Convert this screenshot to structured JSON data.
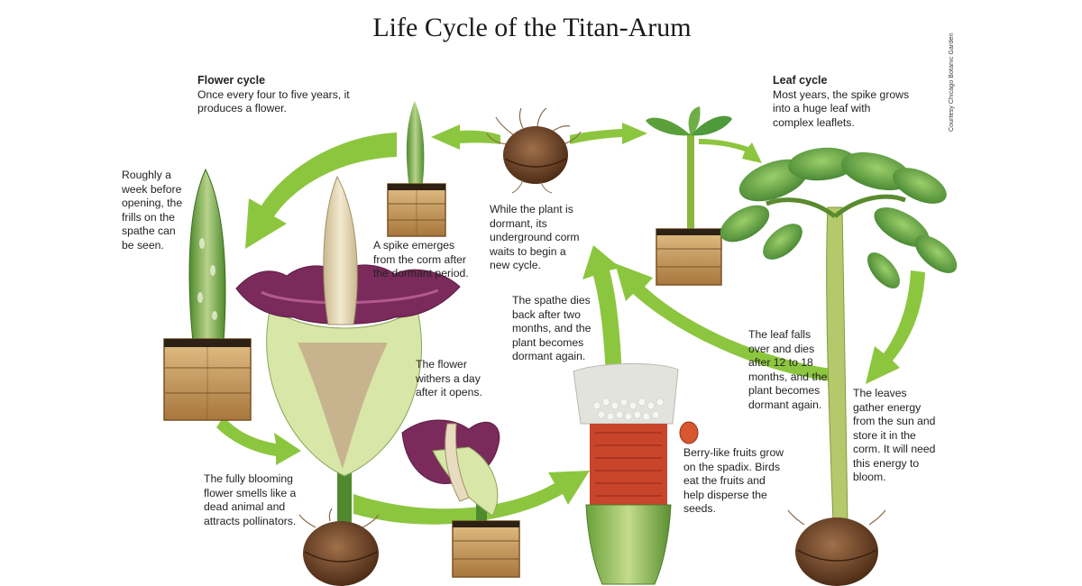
{
  "title": "Life Cycle of the Titan-Arum",
  "credit": "Courtesy Chicago Botanic Garden",
  "colors": {
    "arrow": "#8cc63f",
    "petal": "#7a2a5b",
    "spathe_inner": "#a5347a",
    "stem": "#c5d68a",
    "leaf": "#4f9a3a",
    "corm": "#7a4b2a",
    "box": "#c79a5a",
    "fruit": "#c8452b"
  },
  "icons": [
    "arrow-icon",
    "corm-icon",
    "planter-box-icon",
    "spike-icon",
    "bud-icon",
    "bloom-icon",
    "withered-flower-icon",
    "spadix-fruit-icon",
    "leaf-plant-icon",
    "berry-icon"
  ],
  "labels": {
    "flower_cycle": {
      "heading": "Flower cycle",
      "text": "Once every four to five years, it produces a flower."
    },
    "leaf_cycle": {
      "heading": "Leaf cycle",
      "text": "Most years, the spike grows into a huge leaf with complex leaflets."
    },
    "bud": "Roughly a week before opening, the frills on the spathe can be seen.",
    "spike": "A spike emerges from the corm after the dormant period.",
    "dormant": "While the plant is dormant, its underground corm waits to begin a new cycle.",
    "spathe_dies": "The spathe dies back after two months, and the plant becomes dormant again.",
    "withers": "The flower withers a day after it opens.",
    "blooming": "The fully blooming flower smells like a dead animal and attracts pollinators.",
    "berries": "Berry-like fruits grow on the spadix. Birds eat the fruits and help disperse the seeds.",
    "leaf_falls": "The leaf falls over and dies after 12 to 18 months, and the plant becomes dormant again.",
    "energy": "The leaves gather energy from the sun and store it in the corm. It will need this energy to bloom."
  }
}
